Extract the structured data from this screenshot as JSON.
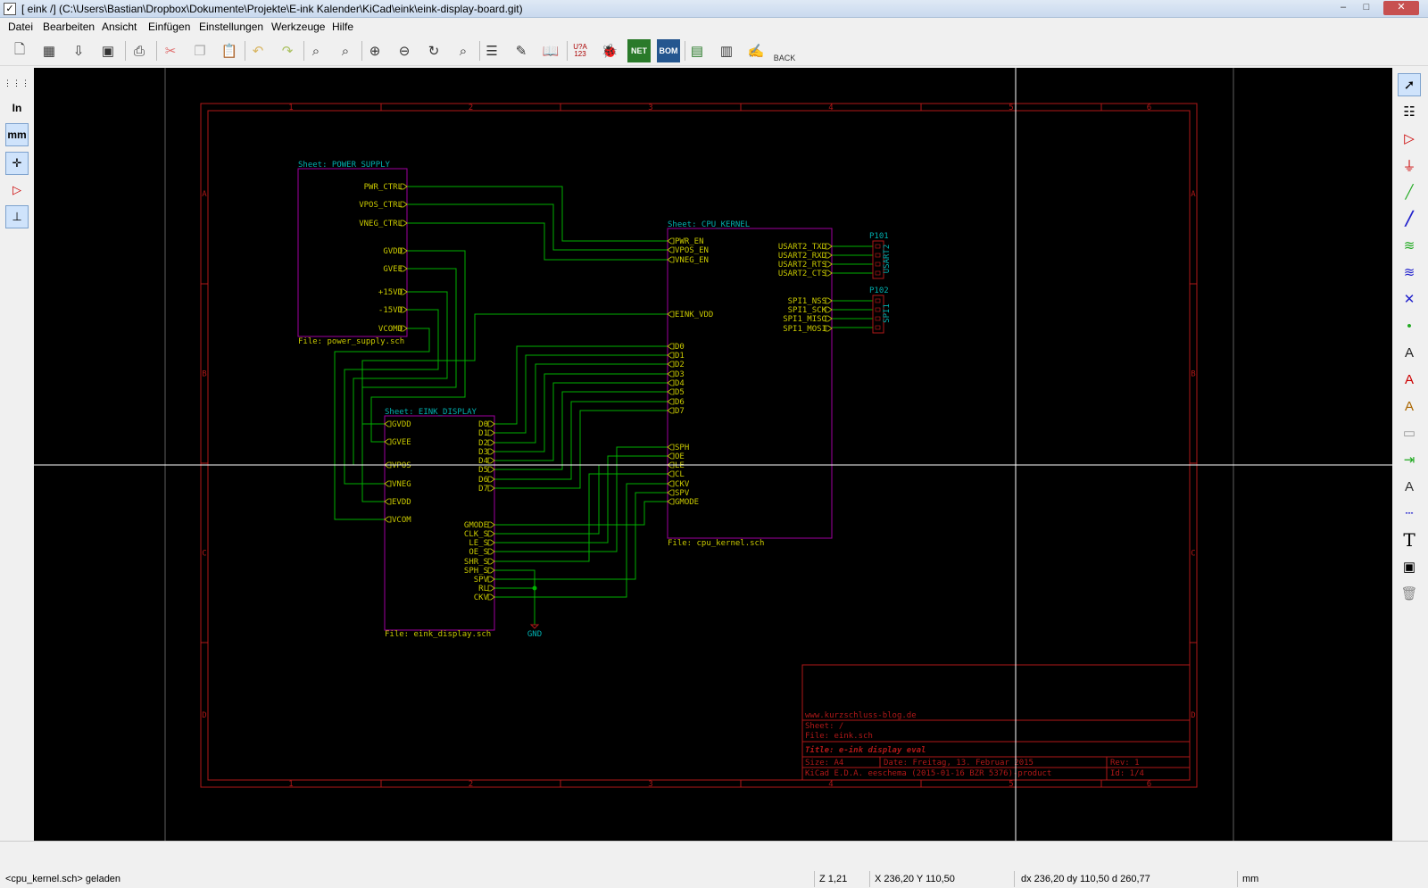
{
  "window": {
    "title": "[ eink /] (C:\\Users\\Bastian\\Dropbox\\Dokumente\\Projekte\\E-ink Kalender\\KiCad\\eink\\eink-display-board.git)",
    "min": "–",
    "max": "□",
    "close": "✕"
  },
  "menu": [
    "Datei",
    "Bearbeiten",
    "Ansicht",
    "Einfügen",
    "Einstellungen",
    "Werkzeuge",
    "Hilfe"
  ],
  "toolbar": {
    "back": "BACK",
    "net": "NET",
    "bom": "BOM",
    "annotate": "U?A 123"
  },
  "left_tools": {
    "units_in": "In",
    "units_mm": "mm"
  },
  "schematic": {
    "power_sheet": {
      "name": "Sheet: POWER SUPPLY",
      "file": "File: power_supply.sch",
      "pins": [
        "PWR_CTRL",
        "VPOS_CTRL",
        "VNEG_CTRL",
        "GVDD",
        "GVEE",
        "+15VD",
        "-15VD",
        "VCOMD"
      ]
    },
    "cpu_sheet": {
      "name": "Sheet: CPU_KERNEL",
      "file": "File: cpu_kernel.sch",
      "left_pins": [
        "PWR_EN",
        "VPOS_EN",
        "VNEG_EN",
        "EINK_VDD",
        "D0",
        "D1",
        "D2",
        "D3",
        "D4",
        "D5",
        "D6",
        "D7",
        "SPH",
        "OE",
        "LE",
        "CL",
        "CKV",
        "SPV",
        "GMODE"
      ],
      "right_pins": [
        "USART2_TXD",
        "USART2_RXD",
        "USART2_RTS",
        "USART2_CTS",
        "SPI1_NSS",
        "SPI1_SCK",
        "SPI1_MISO",
        "SPI1_MOSI"
      ]
    },
    "eink_sheet": {
      "name": "Sheet: EINK_DISPLAY",
      "file": "File: eink_display.sch",
      "left_pins": [
        "GVDD",
        "GVEE",
        "VPOS",
        "VNEG",
        "EVDD",
        "VCOM"
      ],
      "right_pins": [
        "D0",
        "D1",
        "D2",
        "D3",
        "D4",
        "D5",
        "D6",
        "D7",
        "GMODE",
        "CLK_S",
        "LE_S",
        "OE_S",
        "SHR_S",
        "SPH_S",
        "SPV",
        "RL",
        "CKV"
      ]
    },
    "connectors": {
      "p101_ref": "P101",
      "p101_val": "USART2",
      "p102_ref": "P102",
      "p102_val": "SPI1"
    },
    "gnd": "GND",
    "title_block": {
      "web": "www.kurzschluss-blog.de",
      "sheet": "Sheet: /",
      "file": "File: eink.sch",
      "title": "Title: e-ink display eval",
      "size": "Size: A4",
      "date": "Date: Freitag, 13. Februar 2015",
      "rev": "Rev: 1",
      "kicad": "KiCad E.D.A.  eeschema (2015-01-16 BZR 5376)-product",
      "id": "Id: 1/4"
    },
    "border_cols": [
      "1",
      "2",
      "3",
      "4",
      "5",
      "6"
    ],
    "border_rows": [
      "A",
      "B",
      "C",
      "D"
    ]
  },
  "status": {
    "message": "<cpu_kernel.sch> geladen",
    "zoom": "Z 1,21",
    "xy": "X 236,20  Y 110,50",
    "dxy": "dx 236,20  dy 110,50  d 260,77",
    "units": "mm"
  }
}
